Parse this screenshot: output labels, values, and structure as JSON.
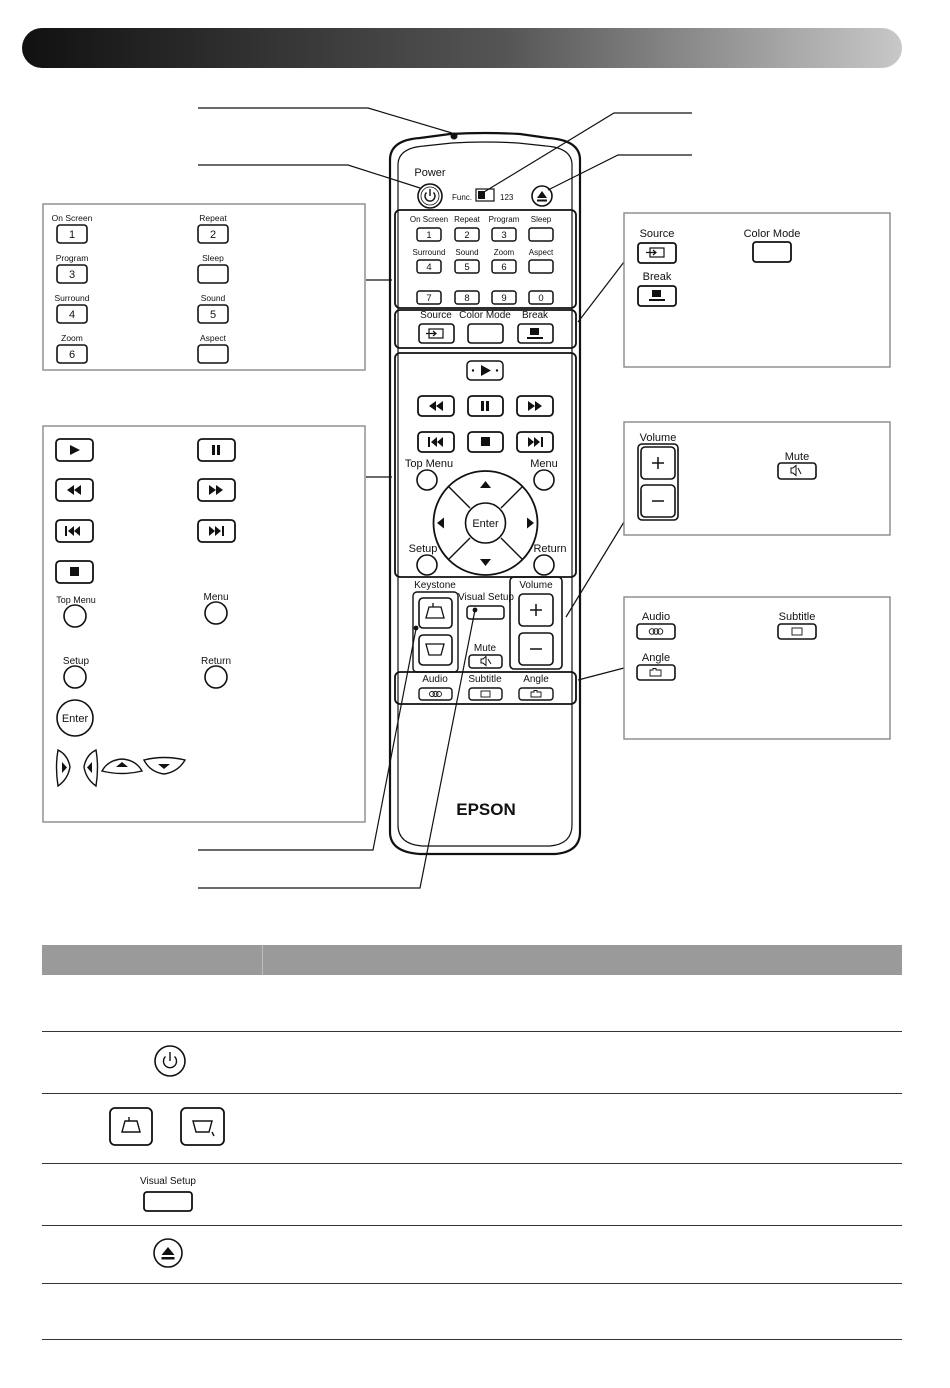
{
  "remote": {
    "power_label": "Power",
    "func_switch_label": "Func.",
    "func_switch_alt": "123",
    "keypad": [
      {
        "top": "On Screen",
        "num": "1"
      },
      {
        "top": "Repeat",
        "num": "2"
      },
      {
        "top": "Program",
        "num": "3"
      },
      {
        "top": "Sleep",
        "num": ""
      },
      {
        "top": "Surround",
        "num": "4"
      },
      {
        "top": "Sound",
        "num": "5"
      },
      {
        "top": "Zoom",
        "num": "6"
      },
      {
        "top": "Aspect",
        "num": ""
      }
    ],
    "keypad_row3": [
      "7",
      "8",
      "9",
      "0"
    ],
    "source_label": "Source",
    "color_mode_label": "Color Mode",
    "break_label": "Break",
    "top_menu_label": "Top Menu",
    "menu_label": "Menu",
    "enter_label": "Enter",
    "setup_label": "Setup",
    "return_label": "Return",
    "keystone_label": "Keystone",
    "visual_setup_label": "Visual Setup",
    "volume_label": "Volume",
    "mute_label": "Mute",
    "audio_label": "Audio",
    "subtitle_label": "Subtitle",
    "angle_label": "Angle",
    "brand": "EPSON"
  },
  "callouts": {
    "numbers": [
      {
        "top": "On Screen",
        "num": "1"
      },
      {
        "top": "Repeat",
        "num": "2"
      },
      {
        "top": "Program",
        "num": "3"
      },
      {
        "top": "Sleep",
        "num": ""
      },
      {
        "top": "Surround",
        "num": "4"
      },
      {
        "top": "Sound",
        "num": "5"
      },
      {
        "top": "Zoom",
        "num": "6"
      },
      {
        "top": "Aspect",
        "num": ""
      }
    ],
    "source_label": "Source",
    "color_mode_label": "Color Mode",
    "break_label": "Break",
    "top_menu_label": "Top Menu",
    "menu_label": "Menu",
    "setup_label": "Setup",
    "return_label": "Return",
    "enter_label": "Enter",
    "volume_label": "Volume",
    "mute_label": "Mute",
    "audio_label": "Audio",
    "subtitle_label": "Subtitle",
    "angle_label": "Angle"
  },
  "table": {
    "visual_setup_label": "Visual Setup"
  },
  "colors": {
    "header_dark": "#1a1a1a",
    "header_light": "#bdbdbd",
    "table_header": "#9a9a9a"
  }
}
